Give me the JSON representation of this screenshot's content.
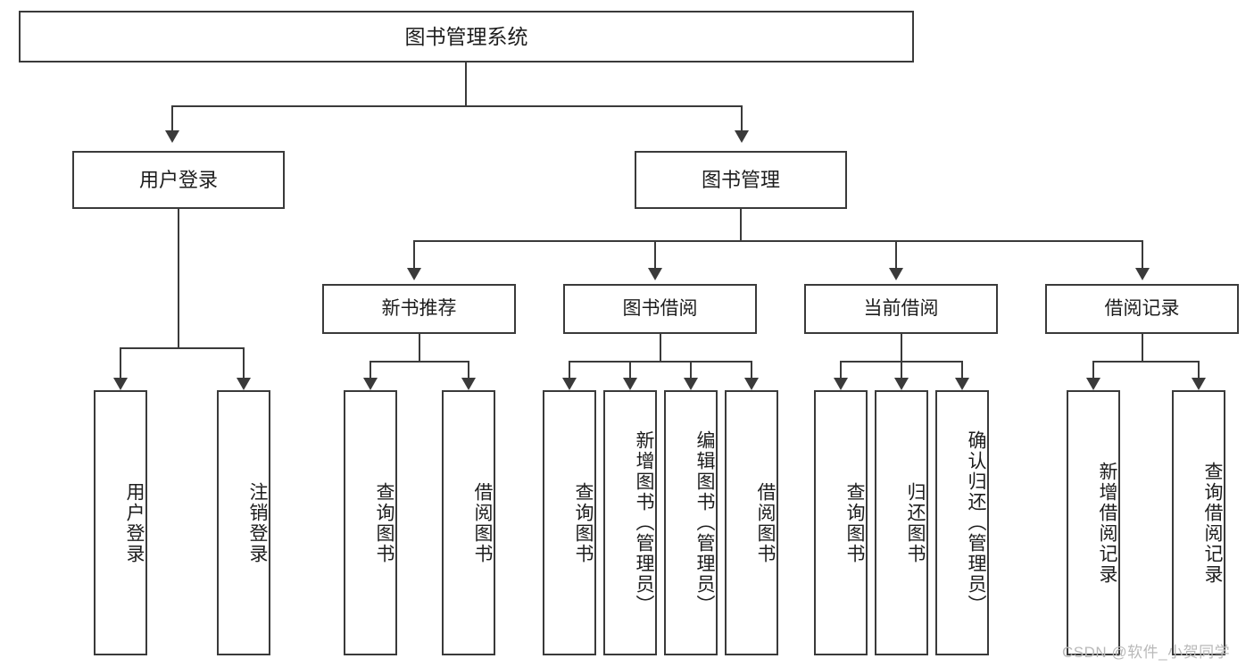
{
  "diagram": {
    "type": "hierarchy-tree",
    "title": "图书管理系统",
    "root": {
      "label": "图书管理系统"
    },
    "level1": [
      {
        "label": "用户登录"
      },
      {
        "label": "图书管理"
      }
    ],
    "level2": [
      {
        "label": "新书推荐"
      },
      {
        "label": "图书借阅"
      },
      {
        "label": "当前借阅"
      },
      {
        "label": "借阅记录"
      }
    ],
    "leaves": {
      "user_login": [
        {
          "label": "用户登录"
        },
        {
          "label": "注销登录"
        }
      ],
      "new_book_recommend": [
        {
          "label": "查询图书"
        },
        {
          "label": "借阅图书"
        }
      ],
      "book_borrow": [
        {
          "label": "查询图书"
        },
        {
          "label": "新增图书（管理员）"
        },
        {
          "label": "编辑图书（管理员）"
        },
        {
          "label": "借阅图书"
        }
      ],
      "current_borrow": [
        {
          "label": "查询图书"
        },
        {
          "label": "归还图书"
        },
        {
          "label": "确认归还（管理员）"
        }
      ],
      "borrow_records": [
        {
          "label": "新增借阅记录"
        },
        {
          "label": "查询借阅记录"
        }
      ]
    }
  },
  "watermark": {
    "text": "CSDN @软件_小贺同学"
  },
  "colors": {
    "stroke": "#3a3a3a",
    "background": "#ffffff",
    "text": "#1d1d1d",
    "watermark": "#b9b9b9"
  }
}
